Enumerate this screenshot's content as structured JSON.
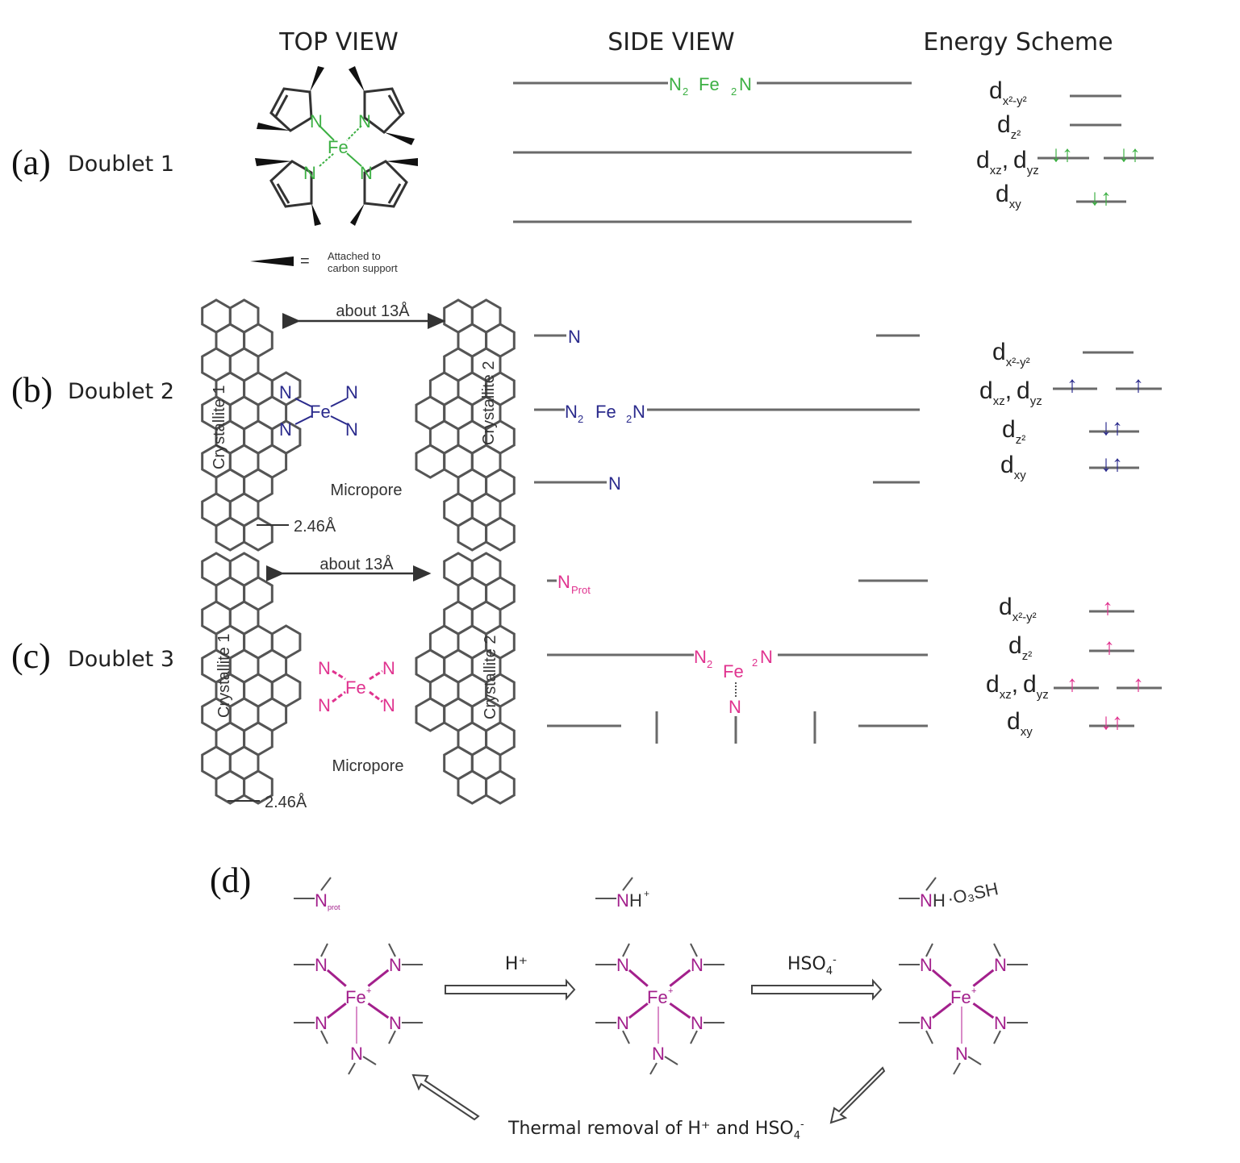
{
  "headers": {
    "top_view": "TOP VIEW",
    "side_view": "SIDE VIEW",
    "energy_scheme": "Energy Scheme"
  },
  "colors": {
    "doublet1": "#3cb043",
    "doublet2": "#2a2a8c",
    "doublet3": "#e0338f",
    "panel_d": "#a3208c",
    "levels": "#6a6a6a"
  },
  "panels": {
    "a": {
      "letter": "(a)",
      "title": "Doublet 1",
      "top_view": {
        "center_atom": "Fe",
        "ligand_atom": "N",
        "legend_line1": "Attached to",
        "legend_line2": "carbon support",
        "legend_eq": "="
      },
      "side_view": {
        "label_N": "N",
        "label_sub": "2",
        "label_Fe": "Fe",
        "label_sub2": "2",
        "label_N2": "N"
      },
      "energy": {
        "orbitals": [
          {
            "d": "d",
            "sub": "x²-y²",
            "electrons": ""
          },
          {
            "d": "d",
            "sub": "z²",
            "electrons": ""
          },
          {
            "d": "d",
            "sub": "xz",
            "d2": "d",
            "sub2": "yz",
            "sep": ",",
            "electrons": "↓↑ ↓↑"
          },
          {
            "d": "d",
            "sub": "xy",
            "electrons": "↓↑"
          }
        ]
      }
    },
    "b": {
      "letter": "(b)",
      "title": "Doublet 2",
      "top_view": {
        "distance_label": "about 13Å",
        "spacing_label": "2.46Å",
        "micropore": "Micropore",
        "crystallite1": "Crystallite 1",
        "crystallite2": "Crystallite 2",
        "center_atom": "Fe",
        "ligand_atom": "N"
      },
      "side_view": {
        "top_N": "N",
        "mid_N": "N",
        "mid_sub": "2",
        "mid_Fe": "Fe",
        "mid_sub2": "2",
        "mid_N2": "N",
        "bottom_N": "N"
      },
      "energy": {
        "orbitals": [
          {
            "d": "d",
            "sub": "x²-y²",
            "electrons": ""
          },
          {
            "d": "d",
            "sub": "xz",
            "d2": "d",
            "sub2": "yz",
            "sep": ",",
            "electrons": "↑ ↑"
          },
          {
            "d": "d",
            "sub": "z²",
            "electrons": "↓↑"
          },
          {
            "d": "d",
            "sub": "xy",
            "electrons": "↓↑"
          }
        ]
      }
    },
    "c": {
      "letter": "(c)",
      "title": "Doublet 3",
      "top_view": {
        "distance_label": "about 13Å",
        "spacing_label": "2.46Å",
        "micropore": "Micropore",
        "crystallite1": "Crystallite 1",
        "crystallite2": "Crystallite 2",
        "center_atom": "Fe",
        "ligand_atom": "N"
      },
      "side_view": {
        "prot_N": "N",
        "prot_sub": "Prot",
        "mid_N": "N",
        "mid_sub": "2",
        "mid_Fe": "Fe",
        "mid_sub2": "2",
        "mid_N2": "N",
        "axial_N": "N"
      },
      "energy": {
        "orbitals": [
          {
            "d": "d",
            "sub": "x²-y²",
            "electrons": "↑"
          },
          {
            "d": "d",
            "sub": "z²",
            "electrons": "↑"
          },
          {
            "d": "d",
            "sub": "xz",
            "d2": "d",
            "sub2": "yz",
            "sep": ",",
            "electrons": "↑ ↑"
          },
          {
            "d": "d",
            "sub": "xy",
            "electrons": "↓↑"
          }
        ]
      }
    },
    "d": {
      "letter": "(d)",
      "species": [
        {
          "top_group": "N",
          "top_sub": "prot",
          "fe": "Fe",
          "fe_charge": "+"
        },
        {
          "top_group": "N",
          "top_h": "H",
          "top_charge": "+",
          "fe": "Fe",
          "fe_charge": "+"
        },
        {
          "top_group": "N",
          "top_h": "H",
          "top_anion": "·O₃SH",
          "fe": "Fe",
          "fe_charge": "+"
        }
      ],
      "ligand_atom": "N",
      "arrow1_label": "H⁺",
      "arrow2_label": "HSO",
      "arrow2_sub": "4",
      "arrow2_sup": "-",
      "thermal_label": "Thermal removal of H⁺ and HSO",
      "thermal_sub": "4",
      "thermal_sup": "-"
    }
  }
}
